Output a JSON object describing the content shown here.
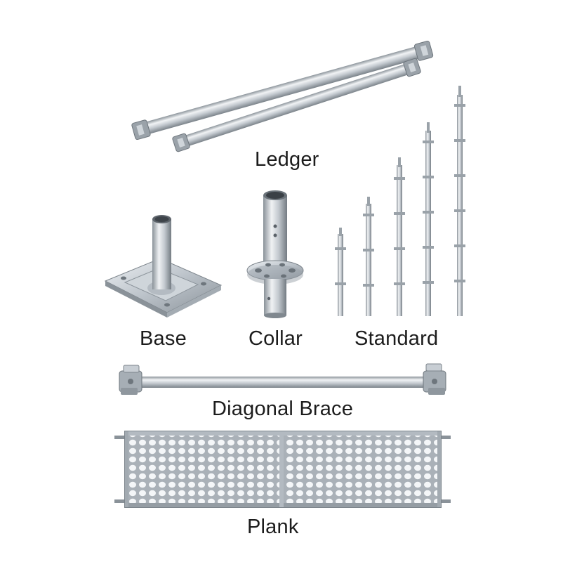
{
  "labels": {
    "ledger": "Ledger",
    "base": "Base",
    "collar": "Collar",
    "standard": "Standard",
    "diagonal_brace": "Diagonal Brace",
    "plank": "Plank"
  },
  "colors": {
    "steel_light": "#e4e8ec",
    "steel_mid": "#b9c0c7",
    "steel_dark": "#7d858d",
    "label_text": "#1c1c1c"
  }
}
